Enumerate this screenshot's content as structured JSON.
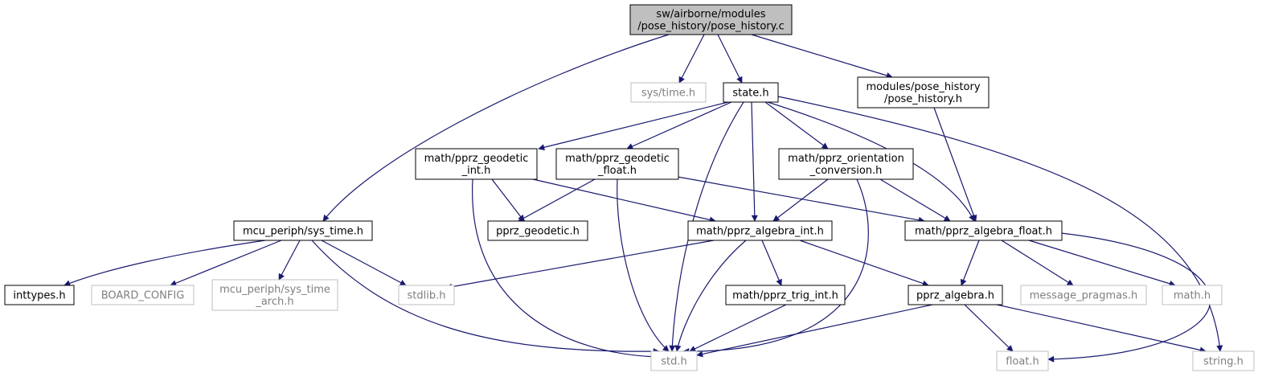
{
  "graph": {
    "colors": {
      "edge": "#191970",
      "root_fill": "#bfbfbf",
      "node_border": "#000000",
      "missing_border": "#bfbfbf",
      "missing_text": "#7f7f7f",
      "text": "#000000"
    },
    "nodes": {
      "root": {
        "lines": [
          "sw/airborne/modules",
          "/pose_history/pose_history.c"
        ],
        "kind": "root"
      },
      "systime_h": {
        "lines": [
          "sys/time.h"
        ],
        "kind": "missing"
      },
      "state_h": {
        "lines": [
          "state.h"
        ],
        "kind": "normal"
      },
      "pose_history_h": {
        "lines": [
          "modules/pose_history",
          "/pose_history.h"
        ],
        "kind": "normal"
      },
      "geodetic_int": {
        "lines": [
          "math/pprz_geodetic",
          "_int.h"
        ],
        "kind": "normal"
      },
      "geodetic_float": {
        "lines": [
          "math/pprz_geodetic",
          "_float.h"
        ],
        "kind": "normal"
      },
      "orientation": {
        "lines": [
          "math/pprz_orientation",
          "_conversion.h"
        ],
        "kind": "normal"
      },
      "mcu_systime": {
        "lines": [
          "mcu_periph/sys_time.h"
        ],
        "kind": "normal"
      },
      "pprz_geodetic": {
        "lines": [
          "pprz_geodetic.h"
        ],
        "kind": "normal"
      },
      "algebra_int": {
        "lines": [
          "math/pprz_algebra_int.h"
        ],
        "kind": "normal"
      },
      "algebra_float": {
        "lines": [
          "math/pprz_algebra_float.h"
        ],
        "kind": "normal"
      },
      "inttypes": {
        "lines": [
          "inttypes.h"
        ],
        "kind": "normal"
      },
      "board_config": {
        "lines": [
          "BOARD_CONFIG"
        ],
        "kind": "missing"
      },
      "systime_arch": {
        "lines": [
          "mcu_periph/sys_time",
          "_arch.h"
        ],
        "kind": "missing"
      },
      "stdlib": {
        "lines": [
          "stdlib.h"
        ],
        "kind": "missing"
      },
      "trig_int": {
        "lines": [
          "math/pprz_trig_int.h"
        ],
        "kind": "normal"
      },
      "pprz_algebra": {
        "lines": [
          "pprz_algebra.h"
        ],
        "kind": "normal"
      },
      "msg_pragmas": {
        "lines": [
          "message_pragmas.h"
        ],
        "kind": "missing"
      },
      "math_h": {
        "lines": [
          "math.h"
        ],
        "kind": "missing"
      },
      "std_h": {
        "lines": [
          "std.h"
        ],
        "kind": "missing"
      },
      "float_h": {
        "lines": [
          "float.h"
        ],
        "kind": "missing"
      },
      "string_h": {
        "lines": [
          "string.h"
        ],
        "kind": "missing"
      }
    },
    "edges": [
      [
        "root",
        "mcu_systime"
      ],
      [
        "root",
        "systime_h"
      ],
      [
        "root",
        "state_h"
      ],
      [
        "root",
        "pose_history_h"
      ],
      [
        "state_h",
        "geodetic_int"
      ],
      [
        "state_h",
        "geodetic_float"
      ],
      [
        "state_h",
        "orientation"
      ],
      [
        "state_h",
        "algebra_int"
      ],
      [
        "state_h",
        "algebra_float"
      ],
      [
        "state_h",
        "std_h"
      ],
      [
        "state_h",
        "string_h"
      ],
      [
        "pose_history_h",
        "algebra_float"
      ],
      [
        "geodetic_int",
        "pprz_geodetic"
      ],
      [
        "geodetic_int",
        "algebra_int"
      ],
      [
        "geodetic_int",
        "std_h"
      ],
      [
        "geodetic_float",
        "pprz_geodetic"
      ],
      [
        "geodetic_float",
        "algebra_float"
      ],
      [
        "geodetic_float",
        "std_h"
      ],
      [
        "orientation",
        "algebra_int"
      ],
      [
        "orientation",
        "algebra_float"
      ],
      [
        "orientation",
        "std_h"
      ],
      [
        "mcu_systime",
        "inttypes"
      ],
      [
        "mcu_systime",
        "board_config"
      ],
      [
        "mcu_systime",
        "systime_arch"
      ],
      [
        "mcu_systime",
        "stdlib"
      ],
      [
        "mcu_systime",
        "std_h"
      ],
      [
        "algebra_int",
        "stdlib"
      ],
      [
        "algebra_int",
        "std_h"
      ],
      [
        "algebra_int",
        "trig_int"
      ],
      [
        "algebra_int",
        "pprz_algebra"
      ],
      [
        "algebra_float",
        "pprz_algebra"
      ],
      [
        "algebra_float",
        "msg_pragmas"
      ],
      [
        "algebra_float",
        "math_h"
      ],
      [
        "algebra_float",
        "float_h"
      ],
      [
        "trig_int",
        "std_h"
      ],
      [
        "pprz_algebra",
        "std_h"
      ],
      [
        "pprz_algebra",
        "float_h"
      ],
      [
        "pprz_algebra",
        "string_h"
      ]
    ]
  }
}
